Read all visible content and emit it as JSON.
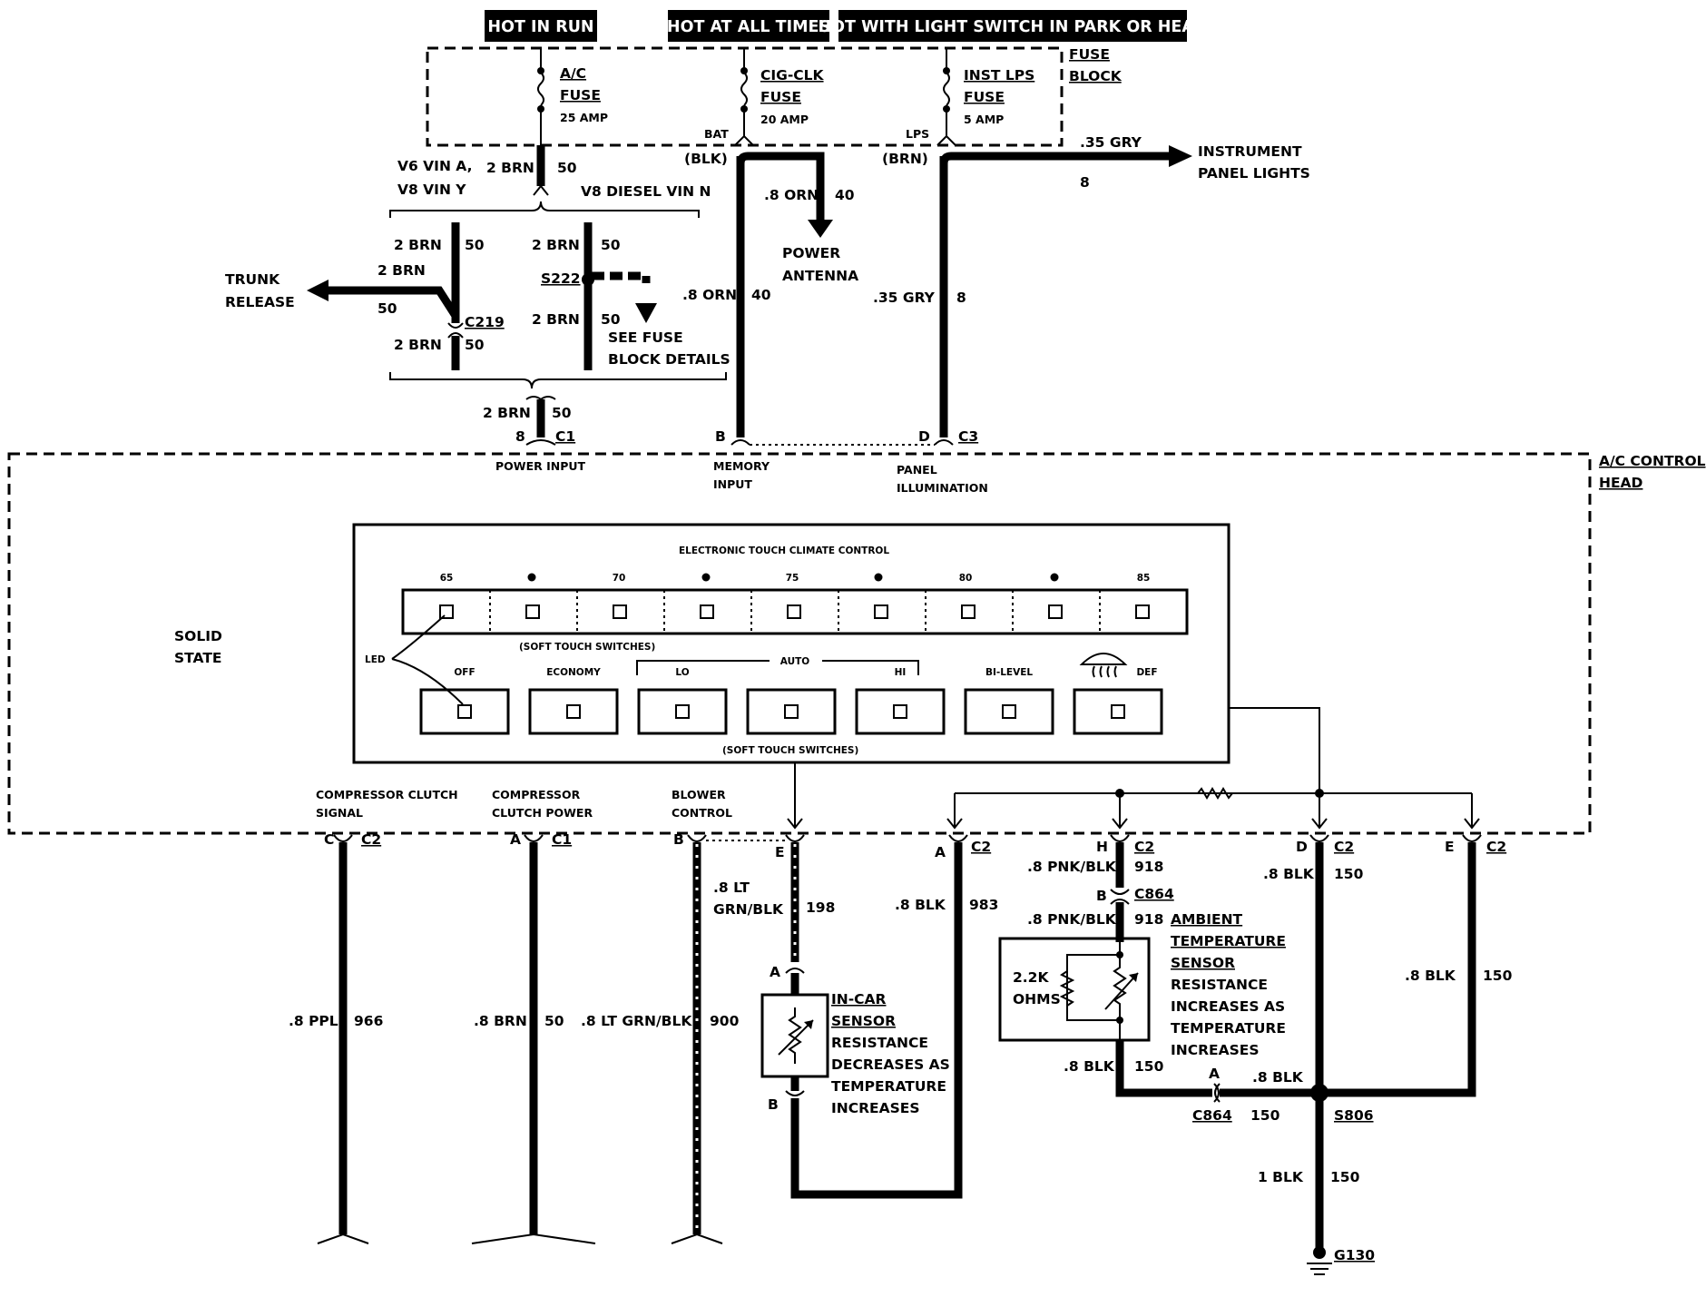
{
  "headers": {
    "hot_in_run": "HOT IN RUN",
    "hot_at_all_times": "HOT AT ALL TIMES",
    "hot_with_light_switch": "HOT WITH LIGHT SWITCH IN PARK OR HEAD"
  },
  "fuse_block": {
    "label_line1": "FUSE",
    "label_line2": "BLOCK",
    "fuses": [
      {
        "name": "A/C",
        "type": "FUSE",
        "rating": "25 AMP"
      },
      {
        "name": "CIG-CLK",
        "type": "FUSE",
        "rating": "20 AMP"
      },
      {
        "name": "INST LPS",
        "type": "FUSE",
        "rating": "5 AMP"
      }
    ],
    "terminal_bat": "BAT",
    "terminal_bat_color": "(BLK)",
    "terminal_lps": "LPS",
    "terminal_lps_color": "(BRN)"
  },
  "top_left": {
    "v6": "V6 VIN A,",
    "v8": "V8 VIN Y",
    "diesel": "V8 DIESEL VIN N",
    "wire_a": "2 BRN",
    "wire_a_circ": "50",
    "left_branch_wire": "2 BRN",
    "left_branch_circ": "50",
    "trunk_wire": "2 BRN",
    "trunk_circ": "50",
    "trunk_line1": "TRUNK",
    "trunk_line2": "RELEASE",
    "c219": "C219",
    "below_c219_wire": "2 BRN",
    "below_c219_circ": "50",
    "right_branch_wire": "2 BRN",
    "right_branch_circ": "50",
    "s222": "S222",
    "below_s222_wire": "2 BRN",
    "below_s222_circ": "50",
    "see_line1": "SEE FUSE",
    "see_line2": "BLOCK DETAILS",
    "power_wire": "2 BRN",
    "power_circ": "50",
    "power_pin": "8",
    "power_conn": "C1",
    "power_label": "POWER INPUT"
  },
  "antenna": {
    "wire": ".8 ORN",
    "circ": "40",
    "label_line1": "POWER",
    "label_line2": "ANTENNA",
    "down_wire": ".8 ORN",
    "down_circ": "40",
    "pin": "B",
    "label_memory_1": "MEMORY",
    "label_memory_2": "INPUT"
  },
  "panel_lights": {
    "wire": ".35 GRY",
    "circ": "8",
    "dest_line1": "INSTRUMENT",
    "dest_line2": "PANEL LIGHTS",
    "down_wire": ".35 GRY",
    "down_circ": "8",
    "pin": "D",
    "conn": "C3",
    "label_1": "PANEL",
    "label_2": "ILLUMINATION"
  },
  "control_head": {
    "label_line1": "A/C CONTROL",
    "label_line2": "HEAD",
    "solid_line1": "SOLID",
    "solid_line2": "STATE",
    "panel_title": "ELECTRONIC TOUCH CLIMATE CONTROL",
    "temps": [
      "65",
      "70",
      "75",
      "80",
      "85"
    ],
    "soft_touch_top": "(SOFT TOUCH SWITCHES)",
    "soft_touch_bottom": "(SOFT TOUCH SWITCHES)",
    "led": "LED",
    "auto": "AUTO",
    "modes": [
      "OFF",
      "ECONOMY",
      "LO",
      "",
      "HI",
      "BI-LEVEL",
      "DEF"
    ]
  },
  "outputs": [
    {
      "label1": "COMPRESSOR CLUTCH",
      "label2": "SIGNAL",
      "pin": "C",
      "conn": "C2",
      "wire": ".8 PPL",
      "circ": "966"
    },
    {
      "label1": "COMPRESSOR",
      "label2": "CLUTCH POWER",
      "pin": "A",
      "conn": "C1",
      "wire": ".8 BRN",
      "circ": "50"
    },
    {
      "label1": "BLOWER",
      "label2": "CONTROL",
      "pin": "B",
      "conn": "",
      "wire": ".8 LT GRN/BLK",
      "circ": "900"
    }
  ],
  "incar": {
    "pin_e": "E",
    "wire1": ".8 LT",
    "wire2": "GRN/BLK",
    "circ": "198",
    "pin_a": "A",
    "pin_b": "B",
    "title1": "IN-CAR",
    "title2": "SENSOR",
    "desc": [
      "RESISTANCE",
      "DECREASES AS",
      "TEMPERATURE",
      "INCREASES"
    ],
    "ret_pin": "A",
    "ret_conn": "C2",
    "ret_wire": ".8 BLK",
    "ret_circ": "983"
  },
  "ambient": {
    "pin": "H",
    "conn": "C2",
    "wire_top": ".8 PNK/BLK",
    "circ_top": "918",
    "c864_pin": "B",
    "c864": "C864",
    "wire_mid": ".8 PNK/BLK",
    "circ_mid": "918",
    "res_val": "2.2K",
    "res_unit": "OHMS",
    "title1": "AMBIENT",
    "title2": "TEMPERATURE",
    "title3": "SENSOR",
    "desc": [
      "RESISTANCE",
      "INCREASES AS",
      "TEMPERATURE",
      "INCREASES"
    ],
    "wire_bot": ".8 BLK",
    "circ_bot": "150",
    "c864b_pin": "A",
    "c864b": "C864",
    "c864b_circ": "150",
    "c864b_wire": ".8 BLK"
  },
  "ground": {
    "d_pin": "D",
    "d_conn": "C2",
    "d_wire": ".8 BLK",
    "d_circ": "150",
    "e_pin": "E",
    "e_conn": "C2",
    "e_wire": ".8 BLK",
    "e_circ": "150",
    "s806": "S806",
    "bot_wire": "1 BLK",
    "bot_circ": "150",
    "g130": "G130"
  }
}
